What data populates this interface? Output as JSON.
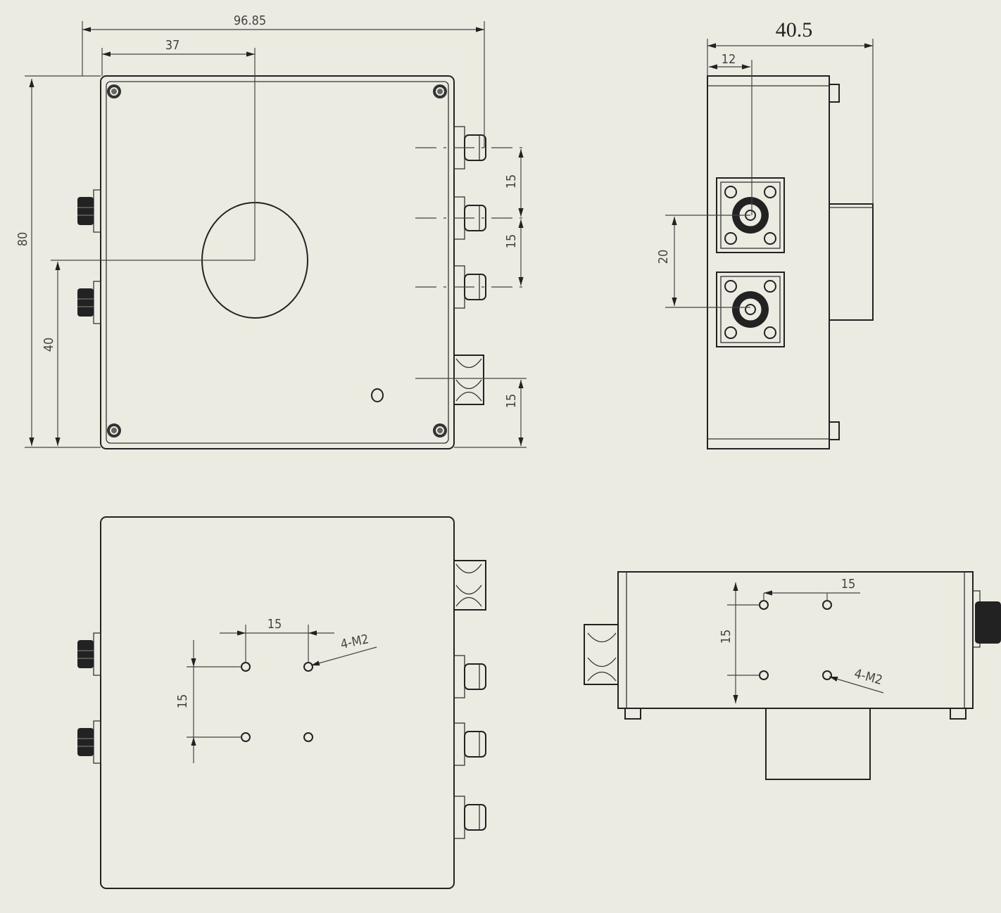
{
  "title": "Enclosure dimension drawing",
  "front_view": {
    "overall_width": "96.85",
    "hole_offset_x": "37",
    "overall_height": "80",
    "hole_offset_y": "40",
    "connector_pitch_1": "15",
    "connector_pitch_2": "15",
    "gland_offset": "15"
  },
  "side_view": {
    "depth": "40.5",
    "connector_offset": "12",
    "connector_pitch": "20"
  },
  "bottom_view": {
    "hole_spacing_x": "15",
    "hole_spacing_y": "15",
    "hole_callout": "4-M2"
  },
  "rear_view": {
    "hole_spacing_x": "15",
    "hole_spacing_y": "15",
    "hole_callout": "4-M2"
  }
}
